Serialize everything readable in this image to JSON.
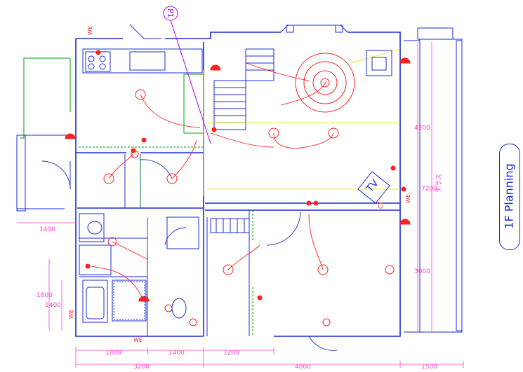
{
  "title": "1F Planning",
  "marker": "P1",
  "dims_top_row": [
    "1800",
    "1400",
    "1200"
  ],
  "dims_bottom_row": [
    "3200",
    "4800",
    "1500"
  ],
  "dim_left_porch": "1400",
  "dims_left_vertical": [
    "1800",
    "1400"
  ],
  "dim_right_4200": "4200",
  "dim_right_7200": "7200",
  "dim_right_3000": "3000",
  "terrace_label": "テラス",
  "tv_label": "TV",
  "ct_label": "CT",
  "we_label": "WE",
  "colors": {
    "wall": "#1a2bd8",
    "electric": "#ff2020",
    "dimension": "#ff3cc8",
    "fixture": "#00a000",
    "guide": "#e6e600"
  }
}
